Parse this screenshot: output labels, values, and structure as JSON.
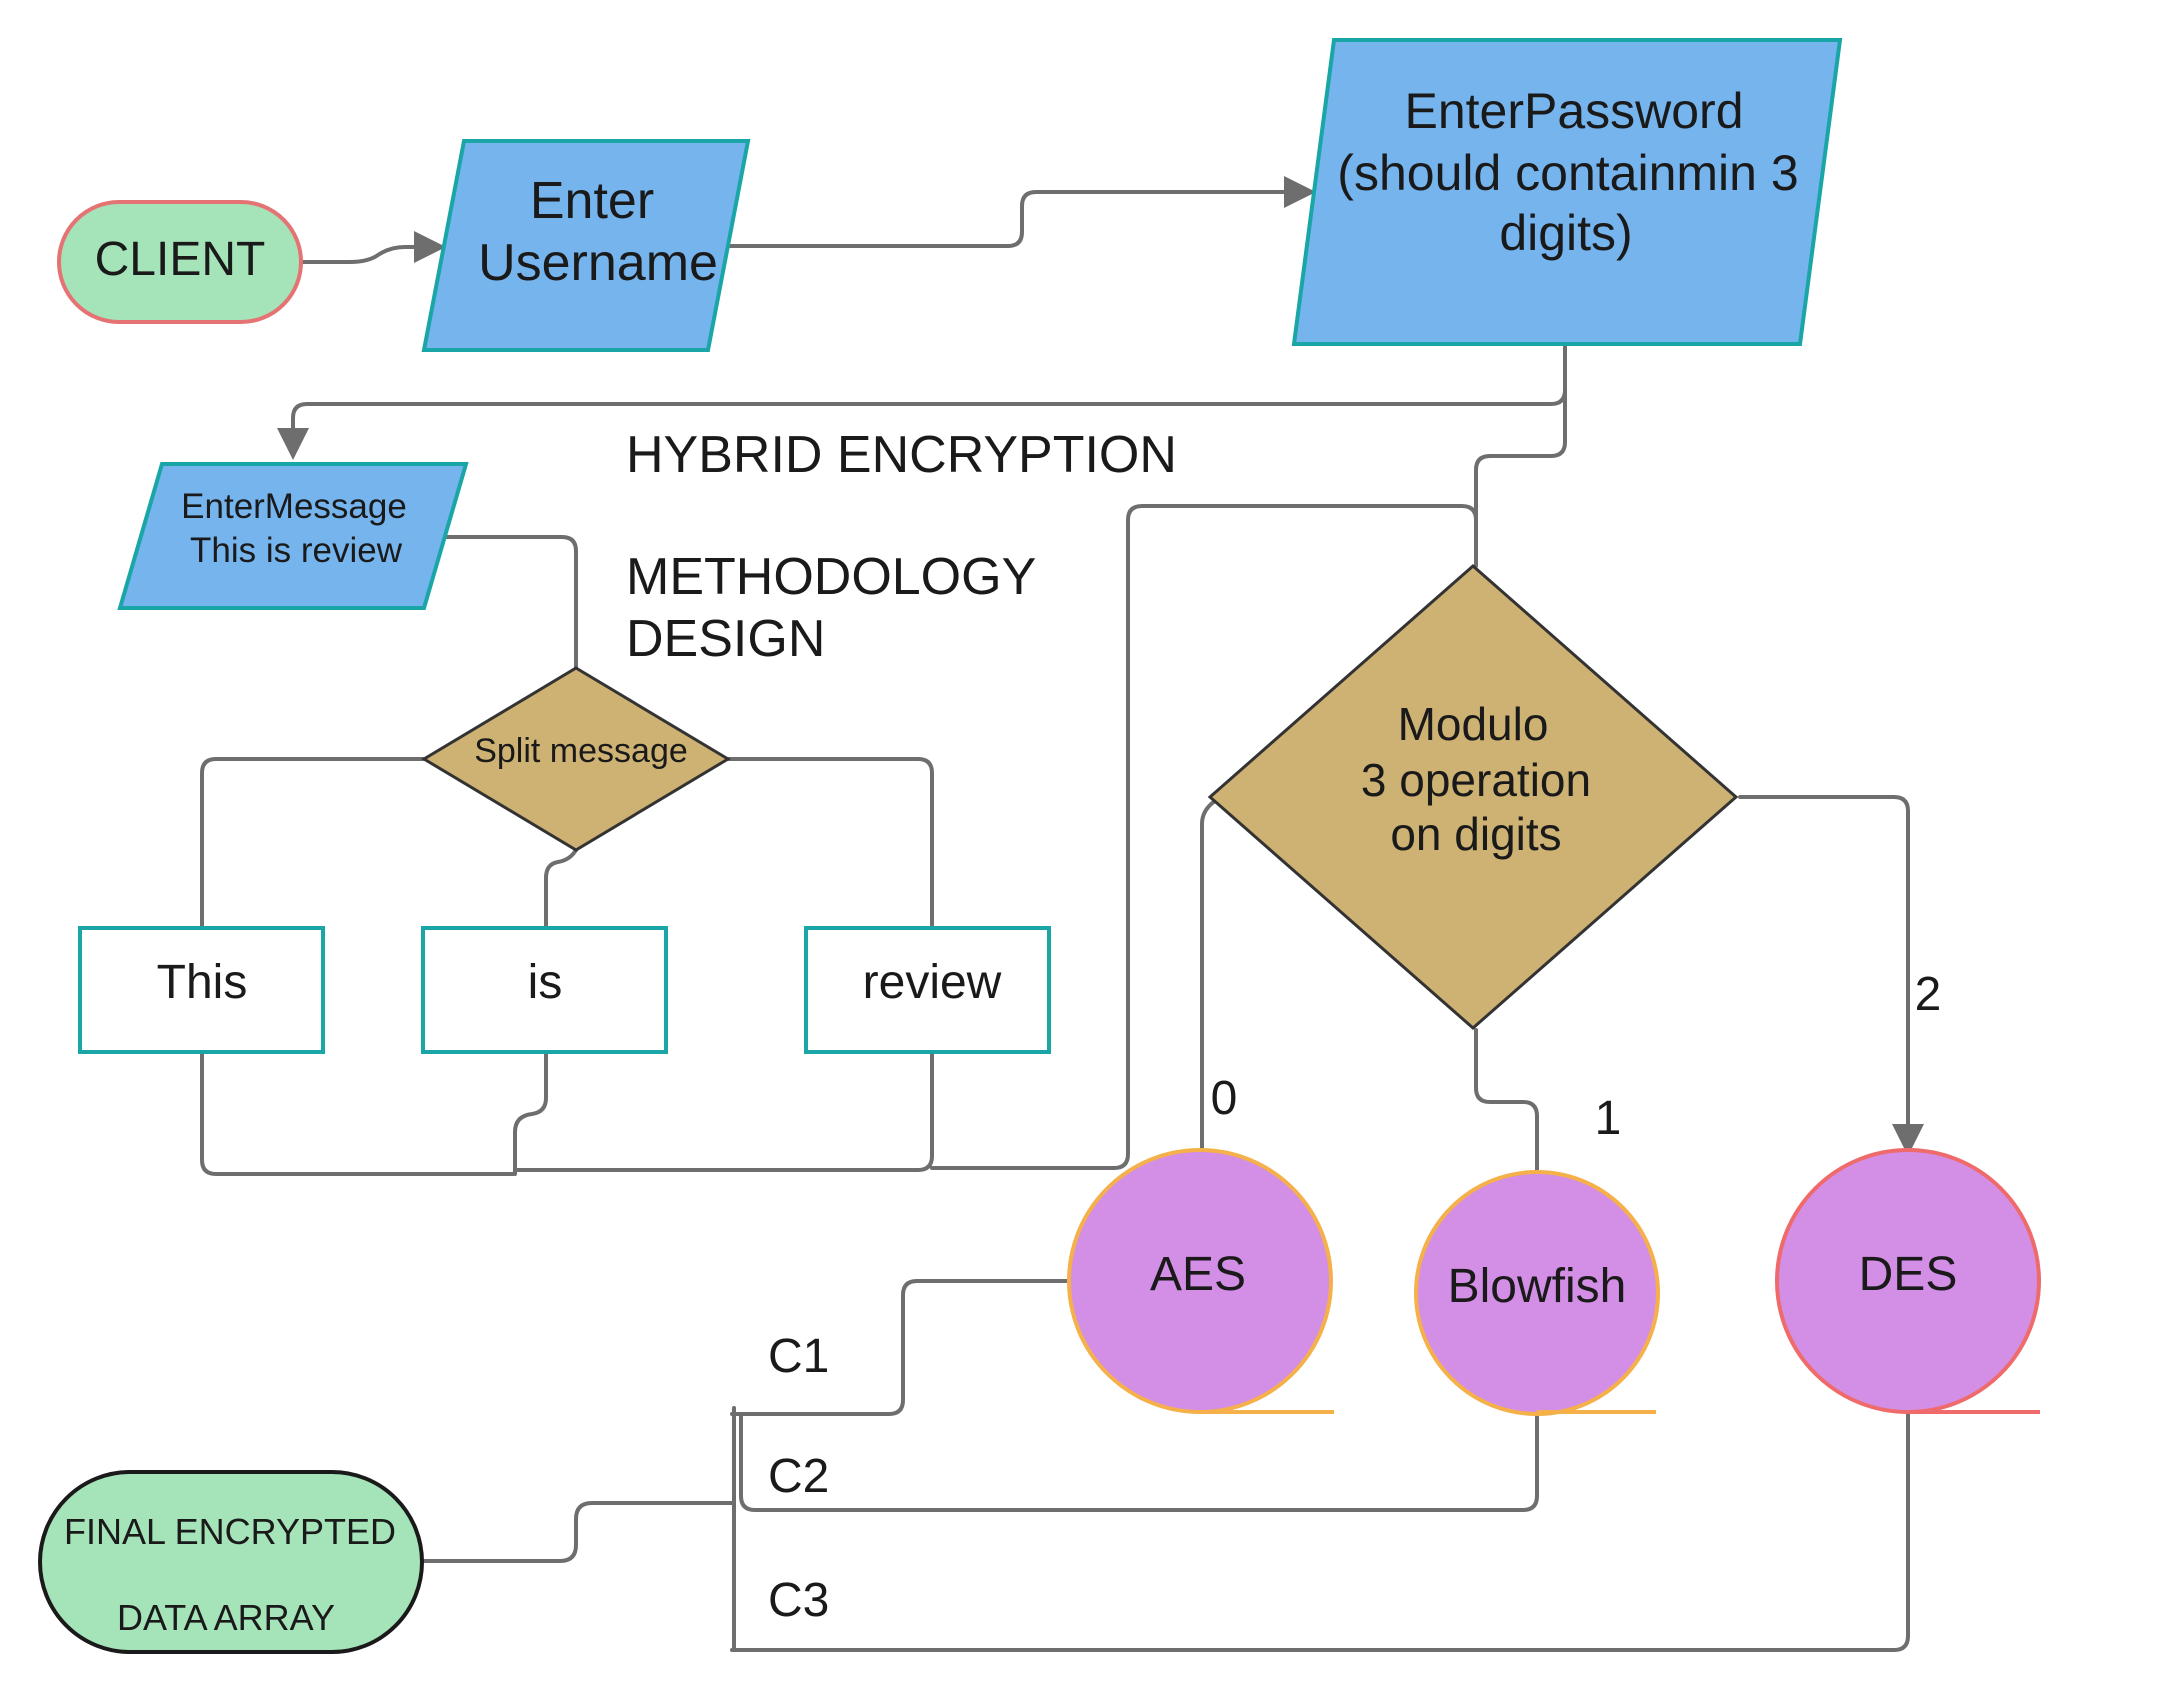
{
  "diagram": {
    "title_line1": "HYBRID  ENCRYPTION",
    "title_line2": "METHODOLOGY",
    "title_line3": "DESIGN",
    "nodes": {
      "client": "CLIENT",
      "enter_username": [
        "Enter",
        "Username"
      ],
      "enter_password": [
        "EnterPassword",
        "(should containmin 3",
        "digits)"
      ],
      "enter_message": [
        "EnterMessage",
        "This is review"
      ],
      "split_message": "Split message",
      "word_1": "This",
      "word_2": "is",
      "word_3": "review",
      "modulo": [
        "Modulo",
        "3 operation",
        "on digits"
      ],
      "aes": "AES",
      "blowfish": "Blowfish",
      "des": "DES",
      "final_output": [
        "FINAL  ENCRYPTED",
        "DATA  ARRAY"
      ]
    },
    "edge_labels": {
      "branch_0": "0",
      "branch_1": "1",
      "branch_2": "2",
      "cipher_1": "C1",
      "cipher_2": "C2",
      "cipher_3": "C3"
    },
    "colors": {
      "terminal_fill": "#a5e3b9",
      "terminal_stroke_client": "#e57373",
      "terminal_stroke_final": "#1a1a1a",
      "io_fill": "#76b4ee",
      "io_stroke": "#1aa6a6",
      "decision_fill": "#ceb273",
      "decision_stroke": "#333333",
      "process_stroke": "#1aa6a6",
      "algo_fill": "#d38fe6",
      "algo_stroke_orange": "#f5b04a",
      "algo_stroke_red": "#ef6b6b",
      "connector": "#6e6e6e"
    }
  }
}
